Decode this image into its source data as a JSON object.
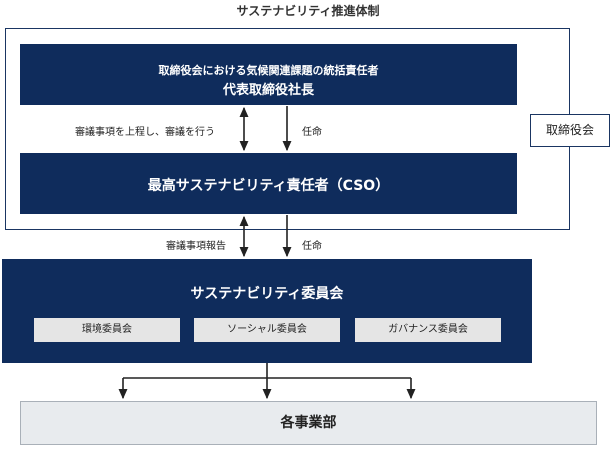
{
  "title": "サステナビリティ推進体制",
  "representative": {
    "subtitle": "取締役会における気候関連課題の統括責任者",
    "title": "代表取締役社長"
  },
  "board": {
    "label": "取締役会"
  },
  "cso": {
    "title": "最高サステナビリティ責任者（CSO）"
  },
  "committee": {
    "title": "サステナビリティ委員会",
    "subcommittees": [
      "環境委員会",
      "ソーシャル委員会",
      "ガバナンス委員会"
    ]
  },
  "business_units": {
    "label": "各事業部"
  },
  "links": {
    "upper_left": "審議事項を上程し、審議を行う",
    "upper_right": "任命",
    "lower_left": "審議事項報告",
    "lower_right": "任命"
  }
}
